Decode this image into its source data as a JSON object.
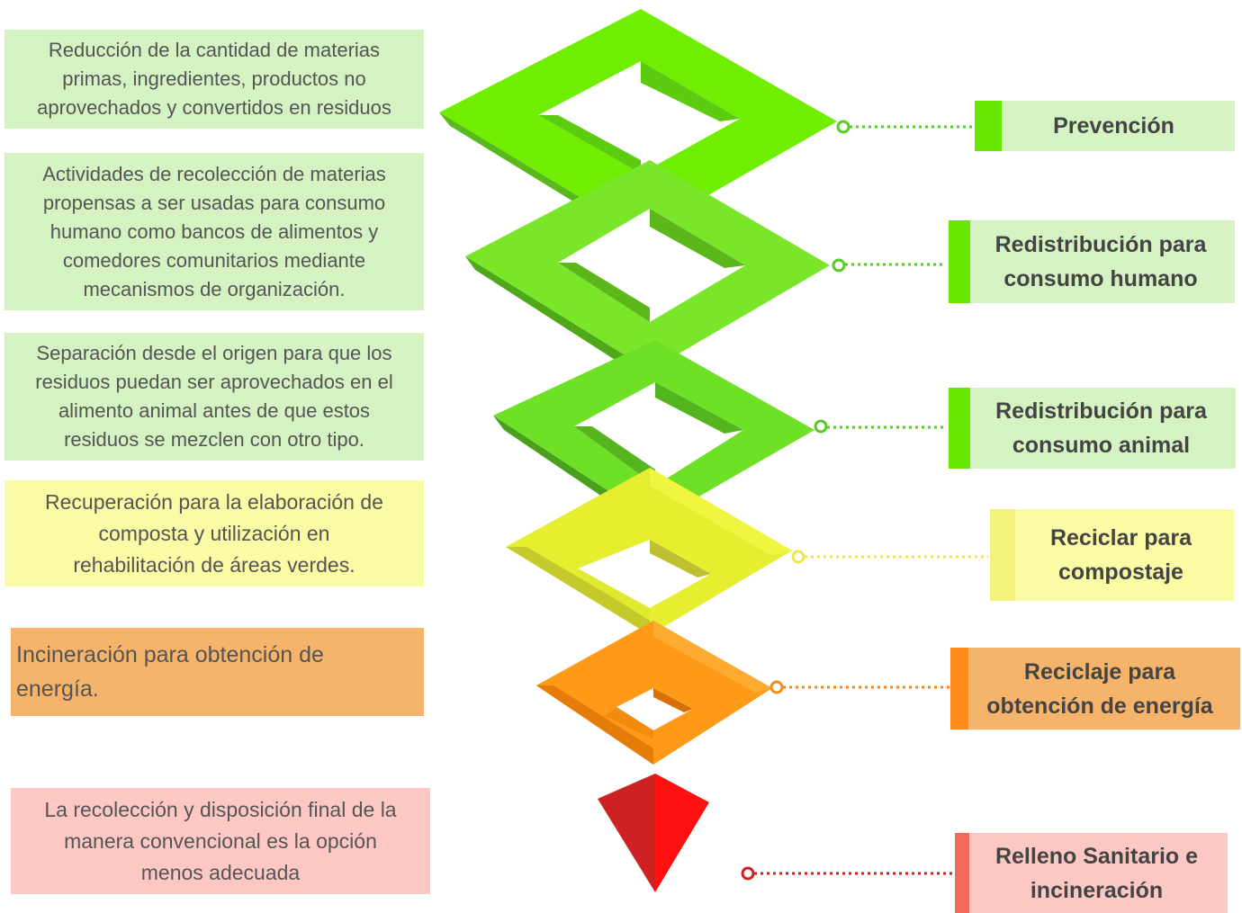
{
  "levels": [
    {
      "description": "Reducción de la cantidad de materias\nprimas, ingredientes, productos no\naprovechados y convertidos en residuos",
      "label": "Prevención",
      "bar_color": "#66e600",
      "box_color": "#d4f2c2",
      "dot_color": "#55cc22"
    },
    {
      "description": "Actividades de recolección de materias\npropensas a ser usadas para consumo\nhumano como bancos de alimentos y\ncomedores comunitarios mediante\nmecanismos de organización.",
      "label": "Redistribución para\nconsumo humano",
      "bar_color": "#66e600",
      "box_color": "#d4f2c2",
      "dot_color": "#55cc22"
    },
    {
      "description": "Separación desde el origen para que los\nresiduos puedan ser aprovechados en el\nalimento animal antes de que estos\nresiduos se mezclen con otro tipo.",
      "label": "Redistribución para\nconsumo animal",
      "bar_color": "#66e600",
      "box_color": "#d4f2c2",
      "dot_color": "#55cc22"
    },
    {
      "description": "Recuperación para la elaboración de\ncomposta y utilización en\nrehabilitación de áreas verdes.",
      "label": "Reciclar para\ncompostaje",
      "bar_color": "#f2f27a",
      "box_color": "#fbfba6",
      "dot_color": "#e8e84a"
    },
    {
      "description": "Incineración para obtención de\nenergía.",
      "label": "Reciclaje para\nobtención de energía",
      "bar_color": "#ff8c1a",
      "box_color": "#f5b46a",
      "dot_color": "#f28c1a"
    },
    {
      "description": "La recolección y disposición final de la\nmanera convencional es la opción\nmenos adecuada",
      "label": "Relleno Sanitario e\nincineración",
      "bar_color": "#f26a5a",
      "box_color": "#fdc8c4",
      "dot_color": "#cc2222"
    }
  ],
  "shape_colors": {
    "green_light": "#7ae62a",
    "green_mid": "#66dd11",
    "green_dark": "#55b51e",
    "yellow_light": "#ecf23a",
    "yellow_mid": "#d6e022",
    "yellow_dark": "#c0c22e",
    "orange_light": "#ffa020",
    "orange_mid": "#f5900a",
    "orange_dark": "#e07a08",
    "red_light": "#ff1a1a",
    "red_dark": "#cc2222"
  }
}
